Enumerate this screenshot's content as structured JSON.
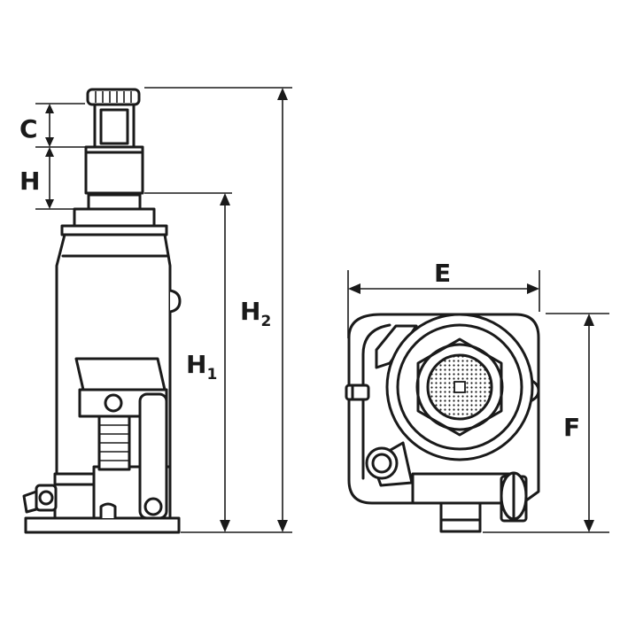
{
  "labels": {
    "c": "C",
    "h": "H",
    "h1_main": "H",
    "h1_sub": "1",
    "h2_main": "H",
    "h2_sub": "2",
    "e": "E",
    "f": "F"
  },
  "colors": {
    "line": "#1a1a1a",
    "background": "#ffffff"
  }
}
